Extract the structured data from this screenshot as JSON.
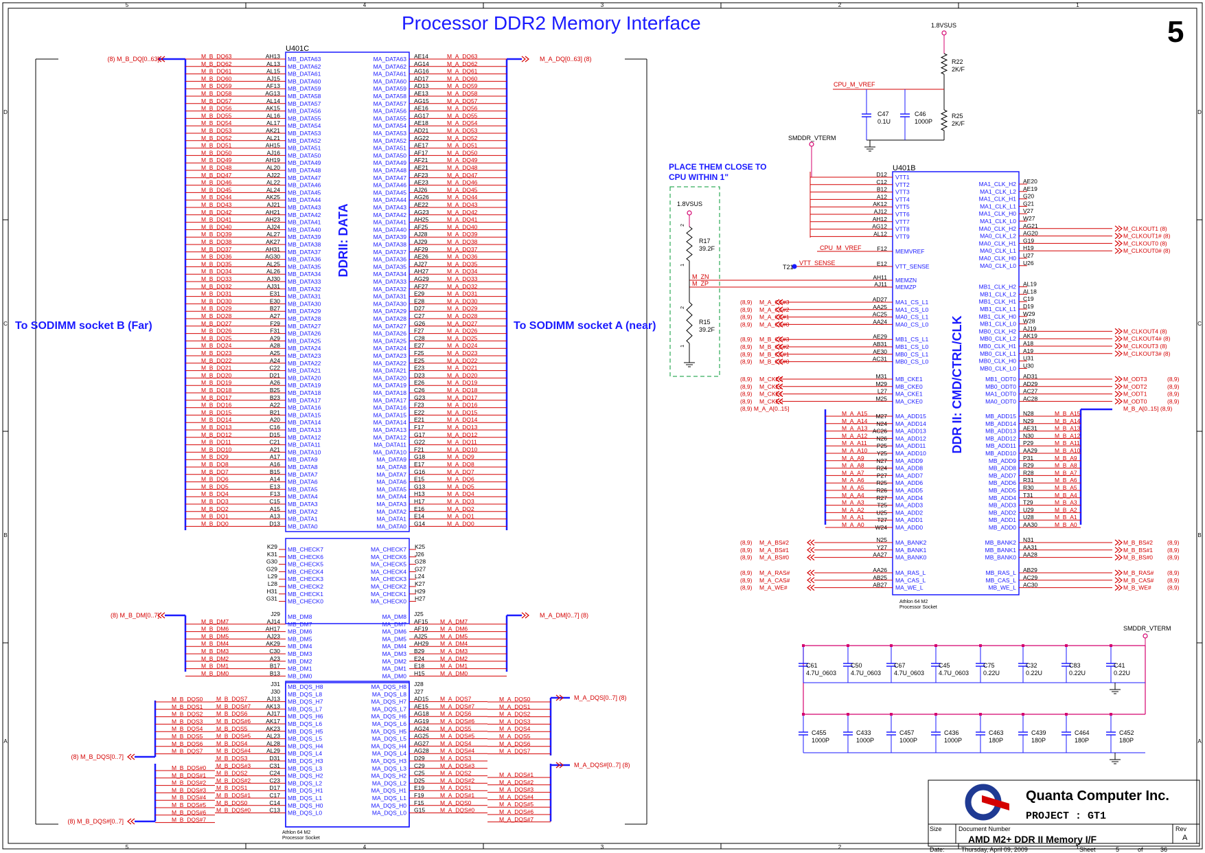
{
  "title": "Processor DDR2 Memory Interface",
  "page_number": "5",
  "border_cols": [
    "5",
    "4",
    "3",
    "2",
    "1"
  ],
  "border_rows": [
    "D",
    "C",
    "B",
    "A"
  ],
  "left_target": "To SODIMM socket B (Far)",
  "right_target": "To SODIMM socket A (near)",
  "colors": {
    "net": "#d40000",
    "body": "#1a1aff",
    "text": "#000000",
    "rail": "#d4006e",
    "green": "#009933"
  },
  "u401c": {
    "ref": "U401C",
    "block_label": "DDRII: DATA",
    "footer": [
      "Athlon 64 M2",
      "Processor Socket"
    ],
    "mb_balls": [
      "AH13",
      "AL13",
      "AL15",
      "AJ15",
      "AF13",
      "AG13",
      "AL14",
      "AK15",
      "AL16",
      "AL17",
      "AK21",
      "AL21",
      "AH15",
      "AJ16",
      "AH19",
      "AL20",
      "AJ22",
      "AL22",
      "AL24",
      "AK25",
      "AJ21",
      "AH21",
      "AH23",
      "AJ24",
      "AL27",
      "AK27",
      "AH31",
      "AG30",
      "AL25",
      "AL26",
      "AJ30",
      "AJ31",
      "E31",
      "E30",
      "B27",
      "A27",
      "F29",
      "F31",
      "A29",
      "A28",
      "A25",
      "A24",
      "C22",
      "D21",
      "A26",
      "B25",
      "B23",
      "A22",
      "B21",
      "A20",
      "C16",
      "D15",
      "C21",
      "A21",
      "A17",
      "A16",
      "B15",
      "A14",
      "E13",
      "F13",
      "C15",
      "A15",
      "A13",
      "D13"
    ],
    "ma_balls": [
      "AE14",
      "AG14",
      "AG16",
      "AD17",
      "AD13",
      "AE13",
      "AG15",
      "AE16",
      "AG17",
      "AE18",
      "AD21",
      "AG22",
      "AE17",
      "AF17",
      "AF21",
      "AE21",
      "AF23",
      "AE23",
      "AJ26",
      "AG26",
      "AE22",
      "AG23",
      "AH25",
      "AF25",
      "AJ28",
      "AJ29",
      "AF29",
      "AE26",
      "AJ27",
      "AH27",
      "AG29",
      "AF27",
      "E29",
      "E28",
      "D27",
      "C27",
      "G26",
      "F27",
      "C28",
      "E27",
      "F25",
      "E25",
      "E23",
      "D23",
      "E26",
      "C26",
      "G23",
      "F23",
      "E22",
      "E21",
      "F17",
      "G17",
      "G22",
      "F21",
      "G18",
      "E17",
      "G16",
      "E15",
      "G13",
      "H13",
      "H17",
      "E16",
      "E14",
      "G14"
    ],
    "mb_check_balls": [
      "K29",
      "K31",
      "G30",
      "G29",
      "L29",
      "L28",
      "H31",
      "G31"
    ],
    "ma_check_balls": [
      "K25",
      "J26",
      "G28",
      "G27",
      "L24",
      "K27",
      "H29",
      "H27"
    ],
    "mb_dm_balls": [
      "J29",
      "AJ14",
      "AH17",
      "AJ23",
      "AK29",
      "C30",
      "A23",
      "B17",
      "B13"
    ],
    "ma_dm_balls": [
      "J25",
      "AF15",
      "AF19",
      "AJ25",
      "AH29",
      "B29",
      "E24",
      "E18",
      "H15"
    ],
    "mb_dqs_balls": [
      "J31",
      "J30",
      "AJ13",
      "AK13",
      "AJ17",
      "AK17",
      "AK23",
      "AL23",
      "AL28",
      "AL29",
      "D31",
      "C31",
      "C24",
      "C23",
      "D17",
      "C17",
      "C14",
      "C13"
    ],
    "ma_dqs_balls": [
      "J28",
      "J27",
      "AD15",
      "AE15",
      "AG18",
      "AG19",
      "AG24",
      "AG25",
      "AG27",
      "AG28",
      "D29",
      "C29",
      "C25",
      "D25",
      "E19",
      "F19",
      "F15",
      "G15"
    ],
    "mb_nets_left": [
      "M_B_DQS0",
      "M_B_DQS1",
      "M_B_DQS2",
      "M_B_DQS3",
      "M_B_DQS4",
      "M_B_DQS5",
      "M_B_DQS6",
      "M_B_DQS7"
    ],
    "mb_nets_left2": [
      "M_B_DQS#0",
      "M_B_DQS#1",
      "M_B_DQS#2",
      "M_B_DQS#3",
      "M_B_DQS#4",
      "M_B_DQS#5",
      "M_B_DQS#6",
      "M_B_DQS#7"
    ],
    "mb_dqs_pin_nets": [
      "M_B_DQS7",
      "M_B_DQS#7",
      "M_B_DQS6",
      "M_B_DQS#6",
      "M_B_DQS5",
      "M_B_DQS#5",
      "M_B_DQS4",
      "M_B_DQS#4",
      "M_B_DQS3",
      "M_B_DQS#3",
      "M_B_DQS2",
      "M_B_DQS#2",
      "M_B_DQS1",
      "M_B_DQS#1",
      "M_B_DQS0",
      "M_B_DQS#0"
    ],
    "ma_dqs_pin_nets": [
      "M_A_DQS7",
      "M_A_DQS#7",
      "M_A_DQS6",
      "M_A_DQS#6",
      "M_A_DQS5",
      "M_A_DQS#5",
      "M_A_DQS4",
      "M_A_DQS#4",
      "M_A_DQS3",
      "M_A_DQS#3",
      "M_A_DQS2",
      "M_A_DQS#2",
      "M_A_DQS1",
      "M_A_DQS#1",
      "M_A_DQS0",
      "M_A_DQS#0"
    ],
    "ma_nets_right": [
      "M_A_DQS0",
      "M_A_DQS1",
      "M_A_DQS2",
      "M_A_DQS3",
      "M_A_DQS4",
      "M_A_DQS5",
      "M_A_DQS6",
      "M_A_DQS7"
    ],
    "ma_nets_right2": [
      "M_A_DQS#1",
      "M_A_DQS#2",
      "M_A_DQS#3",
      "M_A_DQS#4",
      "M_A_DQS#5",
      "M_A_DQS#6",
      "M_A_DQS#7"
    ],
    "ports": {
      "mb_dq": "(8)   M_B_DQ[0..63]",
      "ma_dq": "M_A_DQ[0..63]   (8)",
      "mb_dm": "(8)   M_B_DM[0..7]",
      "ma_dm": "M_A_DM[0..7]   (8)",
      "mb_dqs": "(8)  M_B_DQS[0..7]",
      "mb_dqsn": "(8)  M_B_DQS#[0..7]",
      "ma_dqs": "M_A_DQS[0..7]   (8)",
      "ma_dqsn": "M_A_DQS#[0..7]   (8)"
    }
  },
  "u401b": {
    "ref": "U401B",
    "block_label": "DDR II: CMD/CTRL/CLK",
    "footer": [
      "Athlon 64 M2",
      "Processor Socket"
    ],
    "vtt_balls": [
      "D12",
      "C12",
      "B12",
      "A12",
      "AK12",
      "AJ12",
      "AH12",
      "AG12",
      "AL12"
    ],
    "vtt_pins": [
      "VTT1",
      "VTT2",
      "VTT3",
      "VTT4",
      "VTT5",
      "VTT6",
      "VTT7",
      "VTT8",
      "VTT9"
    ],
    "memvref": {
      "ball": "F12",
      "pin": "MEMVREF",
      "net": "CPU_M_VREF"
    },
    "vtt_sense": {
      "ball": "E12",
      "pin": "VTT_SENSE",
      "net": "VTT_SENSE",
      "tp": "T21"
    },
    "memzn": {
      "ball": "AH11",
      "pin": "MEMZN",
      "net": "M_ZN"
    },
    "memzp": {
      "ball": "AJ11",
      "pin": "MEMZP",
      "net": "M_ZP"
    },
    "cs_left": [
      {
        "port": "(8,9)",
        "net": "M_A_CS#3",
        "ball": "AD27",
        "pin": "MA1_CS_L1"
      },
      {
        "port": "(8,9)",
        "net": "M_A_CS#2",
        "ball": "AA25",
        "pin": "MA1_CS_L0"
      },
      {
        "port": "(8,9)",
        "net": "M_A_CS#1",
        "ball": "AC25",
        "pin": "MA0_CS_L1"
      },
      {
        "port": "(8,9)",
        "net": "M_A_CS#0",
        "ball": "AA24",
        "pin": "MA0_CS_L0"
      },
      {
        "port": "(8,9)",
        "net": "M_B_CS#3",
        "ball": "AE29",
        "pin": "MB1_CS_L1"
      },
      {
        "port": "(8,9)",
        "net": "M_B_CS#2",
        "ball": "AB31",
        "pin": "MB1_CS_L0"
      },
      {
        "port": "(8,9)",
        "net": "M_B_CS#1",
        "ball": "AE30",
        "pin": "MB0_CS_L1"
      },
      {
        "port": "(8,9)",
        "net": "M_B_CS#0",
        "ball": "AC31",
        "pin": "MB0_CS_L0"
      }
    ],
    "cke_left": [
      {
        "port": "(8,9)",
        "net": "M_CKE3",
        "ball": "M31",
        "pin": "MB_CKE1"
      },
      {
        "port": "(8,9)",
        "net": "M_CKE2",
        "ball": "M29",
        "pin": "MB_CKE0"
      },
      {
        "port": "(8,9)",
        "net": "M_CKE1",
        "ball": "L27",
        "pin": "MA_CKE1"
      },
      {
        "port": "(8,9)",
        "net": "M_CKE0",
        "ball": "M25",
        "pin": "MA_CKE0"
      }
    ],
    "ma_addr_port": "(8,9)  M_A_A[0..15]",
    "ma_addr": [
      {
        "net": "M_A_A15",
        "ball": "M27",
        "pin": "MA_ADD15"
      },
      {
        "net": "M_A_A14",
        "ball": "N24",
        "pin": "MA_ADD14"
      },
      {
        "net": "M_A_A13",
        "ball": "AC26",
        "pin": "MA_ADD13"
      },
      {
        "net": "M_A_A12",
        "ball": "N26",
        "pin": "MA_ADD12"
      },
      {
        "net": "M_A_A11",
        "ball": "P25",
        "pin": "MA_ADD11"
      },
      {
        "net": "M_A_A10",
        "ball": "Y25",
        "pin": "MA_ADD10"
      },
      {
        "net": "M_A_A9",
        "ball": "N27",
        "pin": "MA_ADD9"
      },
      {
        "net": "M_A_A8",
        "ball": "R24",
        "pin": "MA_ADD8"
      },
      {
        "net": "M_A_A7",
        "ball": "P27",
        "pin": "MA_ADD7"
      },
      {
        "net": "M_A_A6",
        "ball": "R25",
        "pin": "MA_ADD6"
      },
      {
        "net": "M_A_A5",
        "ball": "R26",
        "pin": "MA_ADD5"
      },
      {
        "net": "M_A_A4",
        "ball": "R27",
        "pin": "MA_ADD4"
      },
      {
        "net": "M_A_A3",
        "ball": "T25",
        "pin": "MA_ADD3"
      },
      {
        "net": "M_A_A2",
        "ball": "U25",
        "pin": "MA_ADD2"
      },
      {
        "net": "M_A_A1",
        "ball": "T27",
        "pin": "MA_ADD1"
      },
      {
        "net": "M_A_A0",
        "ball": "W24",
        "pin": "MA_ADD0"
      }
    ],
    "bank_left": [
      {
        "port": "(8,9)",
        "net": "M_A_BS#2",
        "ball": "N25",
        "pin": "MA_BANK2"
      },
      {
        "port": "(8,9)",
        "net": "M_A_BS#1",
        "ball": "Y27",
        "pin": "MA_BANK1"
      },
      {
        "port": "(8,9)",
        "net": "M_A_BS#0",
        "ball": "AA27",
        "pin": "MA_BANK0"
      }
    ],
    "ctl_left": [
      {
        "port": "(8,9)",
        "net": "M_A_RAS#",
        "ball": "AA26",
        "pin": "MA_RAS_L"
      },
      {
        "port": "(8,9)",
        "net": "M_A_CAS#",
        "ball": "AB25",
        "pin": "MA_CAS_L"
      },
      {
        "port": "(8,9)",
        "net": "M_A_WE#",
        "ball": "AB27",
        "pin": "MA_WE_L"
      }
    ],
    "clk_right": [
      {
        "pin": "MA1_CLK_H2",
        "ball": "AE20",
        "net": ""
      },
      {
        "pin": "MA1_CLK_L2",
        "ball": "AE19",
        "net": ""
      },
      {
        "pin": "MA1_CLK_H1",
        "ball": "G20",
        "net": ""
      },
      {
        "pin": "MA1_CLK_L1",
        "ball": "G21",
        "net": ""
      },
      {
        "pin": "MA1_CLK_H0",
        "ball": "V27",
        "net": ""
      },
      {
        "pin": "MA1_CLK_L0",
        "ball": "W27",
        "net": ""
      },
      {
        "pin": "MA0_CLK_H2",
        "ball": "AG21",
        "net": "M_CLKOUT1  (8)"
      },
      {
        "pin": "MA0_CLK_L2",
        "ball": "AG20",
        "net": "M_CLKOUT1#  (8)"
      },
      {
        "pin": "MA0_CLK_H1",
        "ball": "G19",
        "net": "M_CLKOUT0  (8)"
      },
      {
        "pin": "MA0_CLK_L1",
        "ball": "H19",
        "net": "M_CLKOUT0#  (8)"
      },
      {
        "pin": "MA0_CLK_H0",
        "ball": "U27",
        "net": ""
      },
      {
        "pin": "MA0_CLK_L0",
        "ball": "U26",
        "net": ""
      },
      {
        "pin": "MB1_CLK_H2",
        "ball": "AL19",
        "net": ""
      },
      {
        "pin": "MB1_CLK_L2",
        "ball": "AL18",
        "net": ""
      },
      {
        "pin": "MB1_CLK_H1",
        "ball": "C19",
        "net": ""
      },
      {
        "pin": "MB1_CLK_L1",
        "ball": "D19",
        "net": ""
      },
      {
        "pin": "MB1_CLK_H0",
        "ball": "W29",
        "net": ""
      },
      {
        "pin": "MB1_CLK_L0",
        "ball": "W28",
        "net": ""
      },
      {
        "pin": "MB0_CLK_H2",
        "ball": "AJ19",
        "net": "M_CLKOUT4  (8)"
      },
      {
        "pin": "MB0_CLK_L2",
        "ball": "AK19",
        "net": "M_CLKOUT4#  (8)"
      },
      {
        "pin": "MB0_CLK_H1",
        "ball": "A18",
        "net": "M_CLKOUT3  (8)"
      },
      {
        "pin": "MB0_CLK_L1",
        "ball": "A19",
        "net": "M_CLKOUT3#  (8)"
      },
      {
        "pin": "MB0_CLK_H0",
        "ball": "U31",
        "net": ""
      },
      {
        "pin": "MB0_CLK_L0",
        "ball": "U30",
        "net": ""
      }
    ],
    "odt_right": [
      {
        "pin": "MB1_ODT0",
        "ball": "AD31",
        "net": "M_ODT3",
        "port": "(8,9)"
      },
      {
        "pin": "MB0_ODT0",
        "ball": "AD29",
        "net": "M_ODT2",
        "port": "(8,9)"
      },
      {
        "pin": "MA1_ODT0",
        "ball": "AC27",
        "net": "M_ODT1",
        "port": "(8,9)"
      },
      {
        "pin": "MA0_ODT0",
        "ball": "AC28",
        "net": "M_ODT0",
        "port": "(8,9)"
      }
    ],
    "mb_addr_port": "M_B_A[0..15]  (8,9)",
    "mb_addr": [
      {
        "pin": "MB_ADD15",
        "ball": "N28",
        "net": "M_B_A15"
      },
      {
        "pin": "MB_ADD14",
        "ball": "N29",
        "net": "M_B_A14"
      },
      {
        "pin": "MB_ADD13",
        "ball": "AE31",
        "net": "M_B_A13"
      },
      {
        "pin": "MB_ADD12",
        "ball": "N30",
        "net": "M_B_A12"
      },
      {
        "pin": "MB_ADD11",
        "ball": "P29",
        "net": "M_B_A11"
      },
      {
        "pin": "MB_ADD10",
        "ball": "AA29",
        "net": "M_B_A10"
      },
      {
        "pin": "MB_ADD9",
        "ball": "P31",
        "net": "M_B_A9"
      },
      {
        "pin": "MB_ADD8",
        "ball": "R29",
        "net": "M_B_A8"
      },
      {
        "pin": "MB_ADD7",
        "ball": "R28",
        "net": "M_B_A7"
      },
      {
        "pin": "MB_ADD6",
        "ball": "R31",
        "net": "M_B_A6"
      },
      {
        "pin": "MB_ADD5",
        "ball": "R30",
        "net": "M_B_A5"
      },
      {
        "pin": "MB_ADD4",
        "ball": "T31",
        "net": "M_B_A4"
      },
      {
        "pin": "MB_ADD3",
        "ball": "T29",
        "net": "M_B_A3"
      },
      {
        "pin": "MB_ADD2",
        "ball": "U29",
        "net": "M_B_A2"
      },
      {
        "pin": "MB_ADD1",
        "ball": "U28",
        "net": "M_B_A1"
      },
      {
        "pin": "MB_ADD0",
        "ball": "AA30",
        "net": "M_B_A0"
      }
    ],
    "bank_right": [
      {
        "pin": "MB_BANK2",
        "ball": "N31",
        "net": "M_B_BS#2",
        "port": "(8,9)"
      },
      {
        "pin": "MB_BANK1",
        "ball": "AA31",
        "net": "M_B_BS#1",
        "port": "(8,9)"
      },
      {
        "pin": "MB_BANK0",
        "ball": "AA28",
        "net": "M_B_BS#0",
        "port": "(8,9)"
      }
    ],
    "ctl_right": [
      {
        "pin": "MB_RAS_L",
        "ball": "AB29",
        "net": "M_B_RAS#",
        "port": "(8,9)"
      },
      {
        "pin": "MB_CAS_L",
        "ball": "AC29",
        "net": "M_B_CAS#",
        "port": "(8,9)"
      },
      {
        "pin": "MB_WE_L",
        "ball": "AC30",
        "net": "M_B_WE#",
        "port": "(8,9)"
      }
    ]
  },
  "vref": {
    "rail": "1.8VSUS",
    "net": "CPU_M_VREF",
    "r22": {
      "ref": "R22",
      "value": "2K/F"
    },
    "r25": {
      "ref": "R25",
      "value": "2K/F"
    },
    "c47": {
      "ref": "C47",
      "value": "0.1U"
    },
    "c46": {
      "ref": "C46",
      "value": "1000P"
    }
  },
  "vterm_label": "SMDDR_VTERM",
  "note": [
    "PLACE THEM CLOSE TO",
    "CPU WITHIN 1\""
  ],
  "comp": {
    "rail": "1.8VSUS",
    "r17": {
      "ref": "R17",
      "value": "39.2F"
    },
    "r15": {
      "ref": "R15",
      "value": "39.2F"
    },
    "pin1": "1",
    "pin2": "2"
  },
  "decap": {
    "rail": "SMDDR_VTERM",
    "row1": [
      {
        "ref": "C61",
        "value": "4.7U_0603"
      },
      {
        "ref": "C50",
        "value": "4.7U_0603"
      },
      {
        "ref": "C67",
        "value": "4.7U_0603"
      },
      {
        "ref": "C45",
        "value": "4.7U_0603"
      },
      {
        "ref": "C75",
        "value": "0.22U"
      },
      {
        "ref": "C32",
        "value": "0.22U"
      },
      {
        "ref": "C83",
        "value": "0.22U"
      },
      {
        "ref": "C41",
        "value": "0.22U"
      }
    ],
    "row2": [
      {
        "ref": "C455",
        "value": "1000P"
      },
      {
        "ref": "C433",
        "value": "1000P"
      },
      {
        "ref": "C457",
        "value": "1000P"
      },
      {
        "ref": "C436",
        "value": "1000P"
      },
      {
        "ref": "C463",
        "value": "180P"
      },
      {
        "ref": "C439",
        "value": "180P"
      },
      {
        "ref": "C464",
        "value": "180P"
      },
      {
        "ref": "C452",
        "value": "180P"
      }
    ]
  },
  "title_block": {
    "company": "Quanta Computer Inc.",
    "project": "PROJECT : GT1",
    "size_label": "Size",
    "docnum_label": "Document Number",
    "rev_label": "Rev",
    "rev": "A",
    "document": "AMD M2+ DDR II Memory I/F",
    "date_label": "Date:",
    "date": "Thursday, April 09, 2009",
    "sheet_label": "Sheet",
    "sheet": "5",
    "of_label": "of",
    "total": "36"
  }
}
